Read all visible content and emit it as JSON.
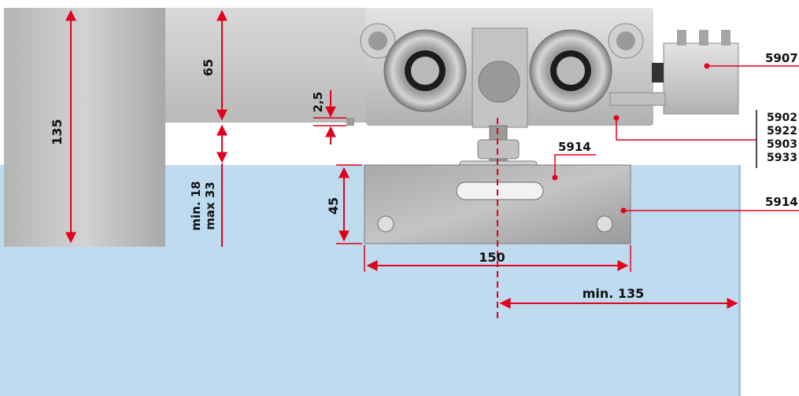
{
  "colors": {
    "dimension_red": "#e3001b",
    "glass_blue": "#bfdbf0",
    "steel_light": "#c8c8c8",
    "steel_dark": "#8f8f8f"
  },
  "dimensions": {
    "track_height": "135",
    "track_top": "65",
    "gap_small": "2,5",
    "gap_min": "min. 18",
    "gap_max": "max 33",
    "plate_height": "45",
    "plate_width": "150",
    "edge_min": "min. 135"
  },
  "parts": {
    "stopper": "5907",
    "plate_top": "5914",
    "plate_side": "5914",
    "group": [
      "5902",
      "5922",
      "5903",
      "5933"
    ]
  }
}
